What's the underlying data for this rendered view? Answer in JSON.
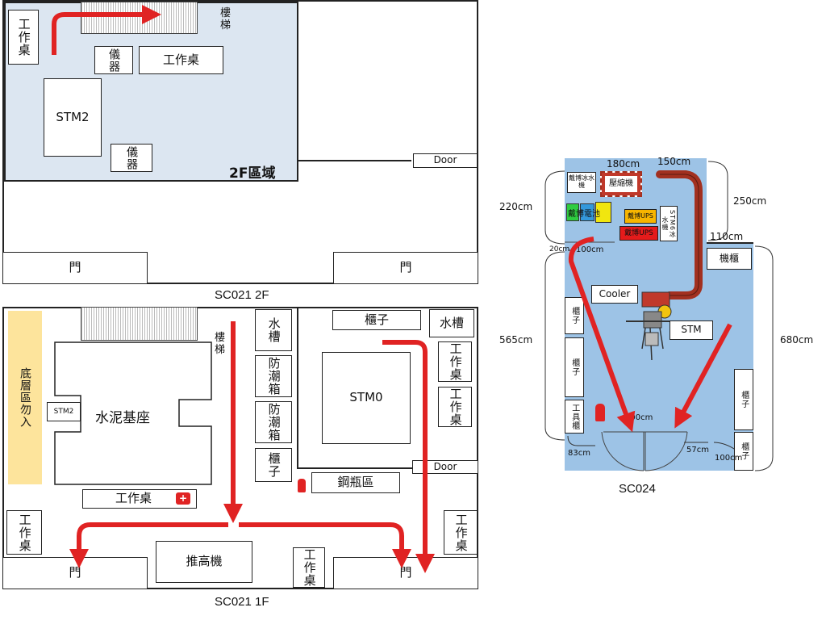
{
  "sc021_2f": {
    "caption": "SC021 2F",
    "area_label": "2F區域",
    "desk_left": "工作桌",
    "desk_mid": "工作桌",
    "instrument_top": "儀器",
    "instrument_bottom": "儀器",
    "stm": "STM2",
    "stairs_label": "樓梯",
    "door_label": "Door",
    "gate_left": "門",
    "gate_right": "門"
  },
  "sc021_1f": {
    "caption": "SC021 1F",
    "no_entry": "底層區勿入",
    "cement_base": "水泥基座",
    "stm2_small": "STM2",
    "stairs_label": "樓梯",
    "sink_a": "水槽",
    "sink_b": "水槽",
    "dry_box_a": "防潮箱",
    "dry_box_b": "防潮箱",
    "cabinet_left": "櫃子",
    "cabinet_top": "櫃子",
    "stm0": "STM0",
    "desk_r1": "工作桌",
    "desk_r2": "工作桌",
    "desk_far_right": "工作桌",
    "desk_left": "工作桌",
    "desk_bottom": "工作桌",
    "desk_mid": "工作桌",
    "door_label": "Door",
    "gas_area": "鋼瓶區",
    "forklift": "推高機",
    "gate_left": "門",
    "gate_right": "門"
  },
  "sc024": {
    "caption": "SC024",
    "dim_180": "180cm",
    "dim_150": "150cm",
    "dim_220": "220cm",
    "dim_250": "250cm",
    "dim_110": "110cm",
    "dim_20": "20cm",
    "dim_100a": "100cm",
    "dim_565": "565cm",
    "dim_680": "680cm",
    "dim_200": "200cm",
    "dim_83": "83cm",
    "dim_57": "57cm",
    "dim_100b": "100cm",
    "chiller_a": "戴博冰水機",
    "compressor": "壓縮機",
    "battery": "戴博電池",
    "ups_a": "戴博UPS",
    "ups_b": "戴博UPS",
    "stm6_chiller": "STM6冰水機",
    "cabinet_top": "機櫃",
    "cooler": "Cooler",
    "stm": "STM",
    "cab_l1": "櫃子",
    "cab_l2": "櫃子",
    "tool_cab": "工具櫃",
    "cab_r1": "櫃子",
    "cab_r2": "櫃子"
  },
  "colors": {
    "arrow": "#e02323",
    "zone_2f": "#dce6f1",
    "sc024_floor": "#9dc3e6",
    "no_entry": "#fde49c",
    "pipe": "#a23020"
  }
}
